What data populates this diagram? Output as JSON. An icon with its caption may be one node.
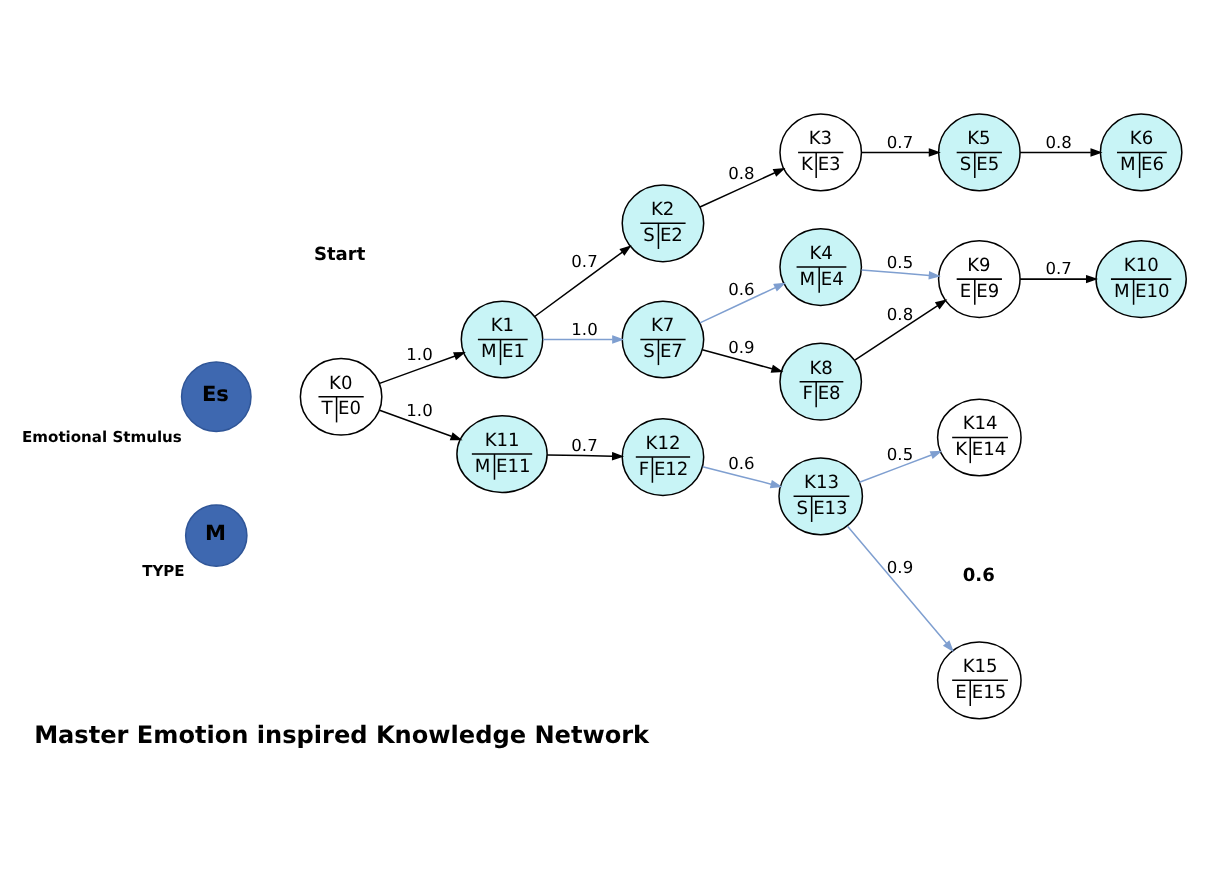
{
  "diagram": {
    "caption": "Master Emotion inspired Knowledge Network",
    "nodes": [
      {
        "text": [
          "Es"
        ],
        "beside": [
          "Emotional Stmulus"
        ]
      },
      {
        "text": [
          "M"
        ],
        "beside": [
          "TYPE"
        ]
      },
      {
        "text": [
          "K0",
          "T",
          "E0"
        ]
      },
      {
        "text": [
          "K1",
          "M",
          "E1"
        ]
      },
      {
        "text": [
          "K2",
          "S",
          "E2"
        ]
      },
      {
        "text": [
          "K3",
          "K",
          "E3"
        ]
      },
      {
        "text": [
          "K4",
          "M",
          "E4"
        ]
      },
      {
        "text": [
          "K5",
          "S",
          "E5"
        ]
      },
      {
        "text": [
          "K6",
          "M",
          "E6"
        ]
      },
      {
        "text": [
          "K7",
          "S",
          "E7"
        ]
      },
      {
        "text": [
          "K8",
          "F",
          "E8"
        ]
      },
      {
        "text": [
          "K9",
          "E",
          "E9"
        ]
      },
      {
        "text": [
          "K10",
          "M",
          "E10"
        ]
      },
      {
        "text": [
          "K11",
          "M",
          "E11"
        ]
      },
      {
        "text": [
          "K12",
          "F",
          "E12"
        ]
      },
      {
        "text": [
          "K13",
          "S",
          "E13"
        ]
      },
      {
        "text": [
          "K14",
          "K",
          "E14"
        ]
      },
      {
        "text": [
          "K15",
          "E",
          "E15"
        ]
      }
    ],
    "edges": [
      {
        "from": 2,
        "to": 3,
        "arrow": "to",
        "label": "1.0"
      },
      {
        "from": 3,
        "to": 4,
        "arrow": "to",
        "label": "0.7"
      },
      {
        "from": 4,
        "to": 5,
        "arrow": "to",
        "label": "0.8"
      },
      {
        "from": 5,
        "to": 7,
        "arrow": "to",
        "label": "0.7"
      },
      {
        "from": 7,
        "to": 8,
        "arrow": "to",
        "label": "0.8"
      },
      {
        "from": 3,
        "to": 9,
        "arrow": "to",
        "label": "1.0",
        "color": "#7f9fd0"
      },
      {
        "from": 9,
        "to": 6,
        "arrow": "to",
        "label": "0.6",
        "color": "#7f9fd0"
      },
      {
        "from": 6,
        "to": 11,
        "arrow": "to",
        "label": "0.5",
        "color": "#7f9fd0"
      },
      {
        "from": 9,
        "to": 10,
        "arrow": "to",
        "label": "0.9"
      },
      {
        "from": 10,
        "to": 11,
        "arrow": "to",
        "label": "0.8"
      },
      {
        "from": 11,
        "to": 12,
        "arrow": "to",
        "label": "0.7"
      },
      {
        "from": 2,
        "to": 13,
        "arrow": "to",
        "label": "1.0"
      },
      {
        "from": 13,
        "to": 14,
        "arrow": "to",
        "label": "0.7"
      },
      {
        "from": 14,
        "to": 15,
        "arrow": "to",
        "label": "0.6",
        "color": "#7f9fd0"
      },
      {
        "from": 15,
        "to": 16,
        "arrow": "to",
        "label": "0.5",
        "color": "#7f9fd0"
      },
      {
        "from": 15,
        "to": 17,
        "arrow": "to",
        "label": "0.9",
        "color": "#7f9fd0"
      }
    ],
    "labels": [
      "Start",
      "0.6"
    ]
  }
}
